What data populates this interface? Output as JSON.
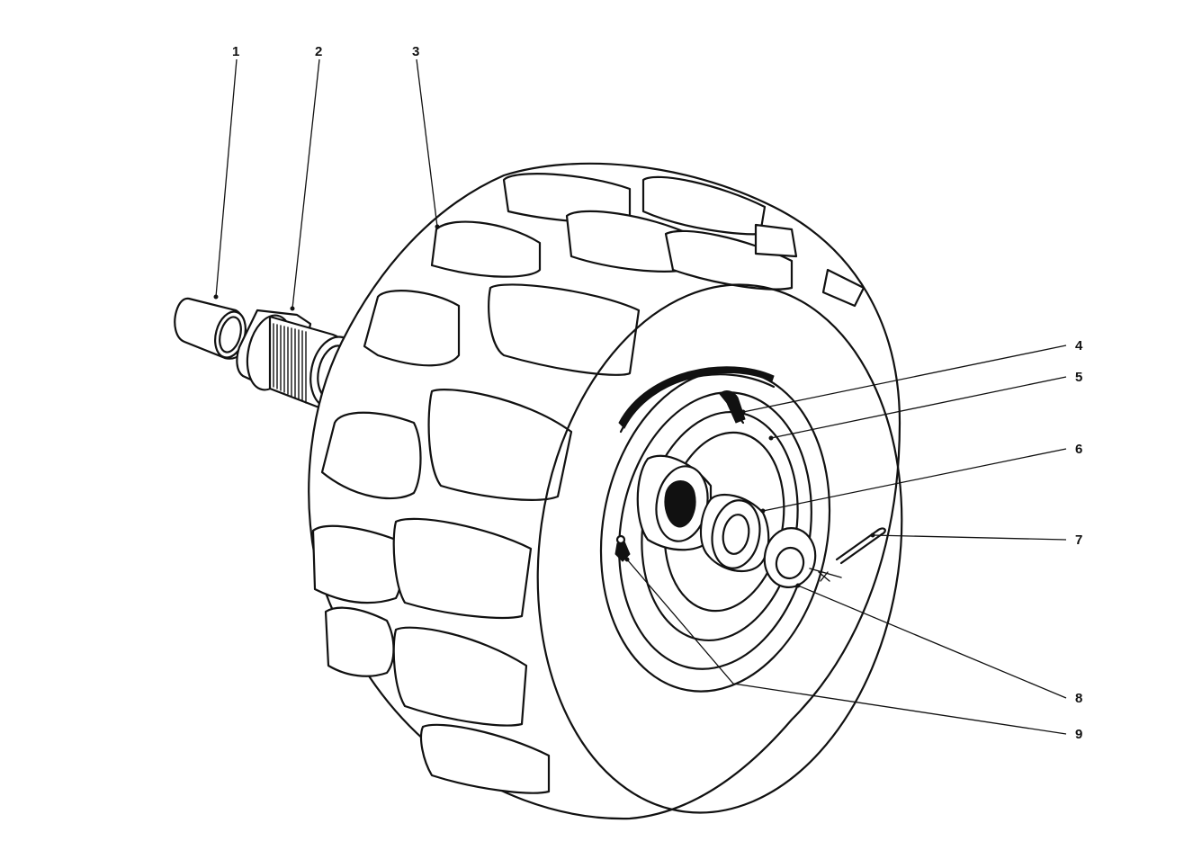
{
  "diagram": {
    "subject": "tyre-and-wheel-exploded-view",
    "callouts": [
      {
        "id": "1",
        "label": "1"
      },
      {
        "id": "2",
        "label": "2"
      },
      {
        "id": "3",
        "label": "3"
      },
      {
        "id": "4",
        "label": "4"
      },
      {
        "id": "5",
        "label": "5"
      },
      {
        "id": "6",
        "label": "6"
      },
      {
        "id": "7",
        "label": "7"
      },
      {
        "id": "8",
        "label": "8"
      },
      {
        "id": "9",
        "label": "9"
      }
    ],
    "colors": {
      "ink": "#111111",
      "paper": "#ffffff"
    }
  }
}
